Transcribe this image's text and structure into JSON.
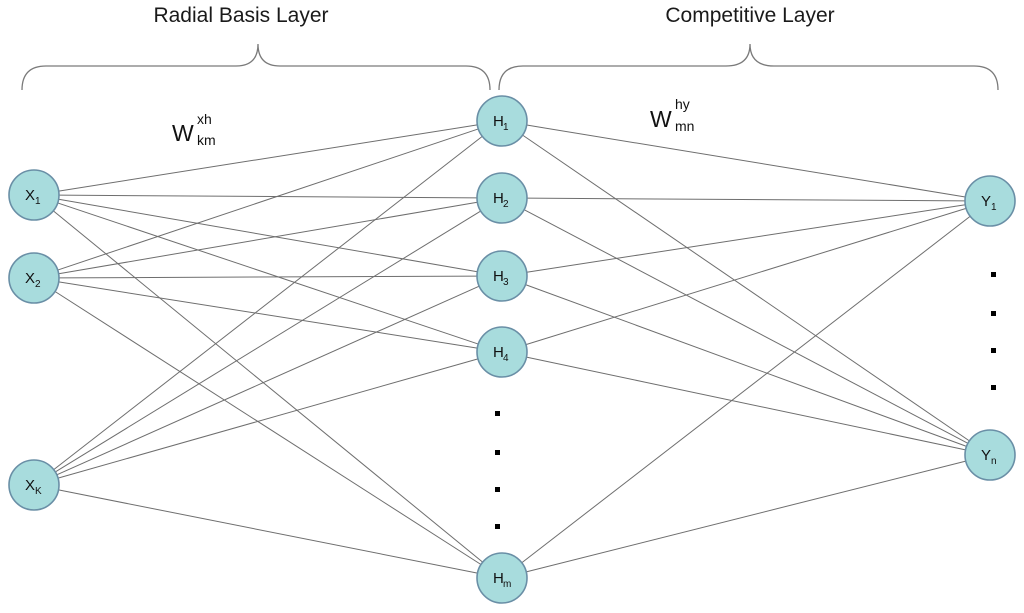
{
  "layers": {
    "radial_title": "Radial Basis Layer",
    "competitive_title": "Competitive Layer"
  },
  "weights": {
    "xh": {
      "base": "W",
      "superscript": "xh",
      "subscript": "km"
    },
    "hy": {
      "base": "W",
      "superscript": "hy",
      "subscript": "mn"
    }
  },
  "input_nodes": [
    {
      "id": "x1",
      "main": "X",
      "sub": "1"
    },
    {
      "id": "x2",
      "main": "X",
      "sub": "2"
    },
    {
      "id": "xk",
      "main": "X",
      "sub": "K"
    }
  ],
  "hidden_nodes": [
    {
      "id": "h1",
      "main": "H",
      "sub": "1"
    },
    {
      "id": "h2",
      "main": "H",
      "sub": "2"
    },
    {
      "id": "h3",
      "main": "H",
      "sub": "3"
    },
    {
      "id": "h4",
      "main": "H",
      "sub": "4"
    },
    {
      "id": "hm",
      "main": "H",
      "sub": "m"
    }
  ],
  "output_nodes": [
    {
      "id": "y1",
      "main": "Y",
      "sub": "1"
    },
    {
      "id": "yn",
      "main": "Y",
      "sub": "n"
    }
  ],
  "colors": {
    "node_fill": "#a8dcdd",
    "node_stroke": "#6a8fa6",
    "connection": "#6e6e6e"
  }
}
